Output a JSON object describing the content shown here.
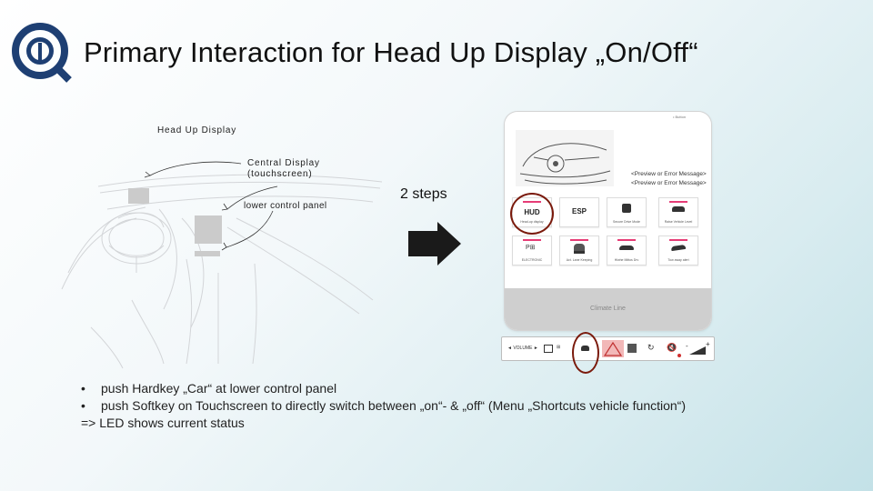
{
  "slide": {
    "title": "Primary Interaction for Head Up Display „On/Off“"
  },
  "labels": {
    "head_up_display": "Head Up Display",
    "central_display_line1": "Central Display",
    "central_display_line2": "(touchscreen)",
    "lower_control_panel": "lower control panel",
    "steps": "2 steps"
  },
  "touchscreen": {
    "corner_text": "• Button",
    "preview_line1": "<Preview or Error Message>",
    "preview_line2": "<Preview or Error Message>",
    "climate_label": "Climate Line",
    "tiles": [
      {
        "label": "HUD",
        "caption": "Head-up display"
      },
      {
        "label": "ESP",
        "caption": ""
      },
      {
        "label": "",
        "caption": "Secure Drive Mode"
      },
      {
        "label": "",
        "caption": "Raise Vehicle Level"
      },
      {
        "label": "",
        "caption": "ELECTRONIC"
      },
      {
        "label": "",
        "caption": "Act. Lane Keeping"
      },
      {
        "label": "",
        "caption": "Hlwhe Mittos Drv"
      },
      {
        "label": "",
        "caption": "Tow away alert"
      }
    ]
  },
  "control_panel": {
    "volume_label": "◄ VOLUME ►"
  },
  "bullets": [
    {
      "marker": "•",
      "text": "push Hardkey „Car“ at lower control panel"
    },
    {
      "marker": "•",
      "text": "push Softkey on Touchscreen to directly switch between „on“- & „off“ (Menu „Shortcuts vehicle function“)"
    },
    {
      "marker": "",
      "text": "=> LED shows current status"
    }
  ],
  "colors": {
    "logo_blue": "#1e3f73",
    "accent_pink": "#e63c76",
    "highlight_circle": "#7a1a0c",
    "arrow": "#1a1a1a"
  },
  "icons": {
    "logo": "ring-q-logo",
    "arrow": "right-arrow-icon",
    "car_hardkey": "car-icon"
  }
}
